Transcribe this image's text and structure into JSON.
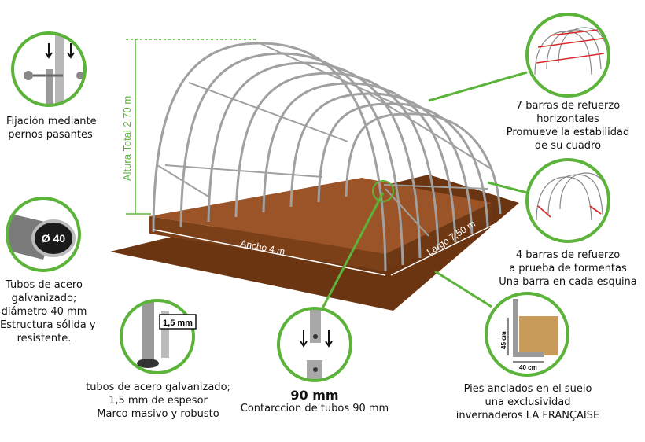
{
  "dimensions": {
    "height_label": "Altura Total 2,70 m",
    "width_label": "Ancho 4 m",
    "length_label": "Largo 7,50 m"
  },
  "callouts": {
    "fixing": {
      "lines": [
        "Fijación mediante",
        "pernos pasantes"
      ]
    },
    "tube_diameter": {
      "badge": "Ø 40",
      "lines": [
        "Tubos de acero",
        "galvanizado;",
        "diámetro 40 mm",
        "Estructura sólida y",
        "resistente."
      ]
    },
    "thickness": {
      "badge": "1,5 mm",
      "lines": [
        "tubos de acero galvanizado;",
        "1,5 mm de espesor",
        "Marco masivo y robusto"
      ]
    },
    "contraction": {
      "value": "90 mm",
      "label": "Contarccion de tubos 90 mm"
    },
    "horizontal_bars": {
      "lines": [
        "7 barras de refuerzo",
        "horizontales",
        "Promueve la estabilidad",
        "de su cuadro"
      ]
    },
    "storm_bars": {
      "lines": [
        "4 barras de refuerzo",
        "a prueba de tormentas",
        "Una barra en cada esquina"
      ]
    },
    "anchors": {
      "dim_height": "45 cm",
      "dim_width": "40 cm",
      "lines": [
        "Pies anclados en el suelo",
        "una exclusividad",
        "invernaderos LA FRANÇAISE"
      ]
    }
  },
  "colors": {
    "accent_green": "#5bb33a",
    "soil": "#8a4a22",
    "soil_dark": "#6b3512",
    "frame": "#9a9a9a"
  }
}
